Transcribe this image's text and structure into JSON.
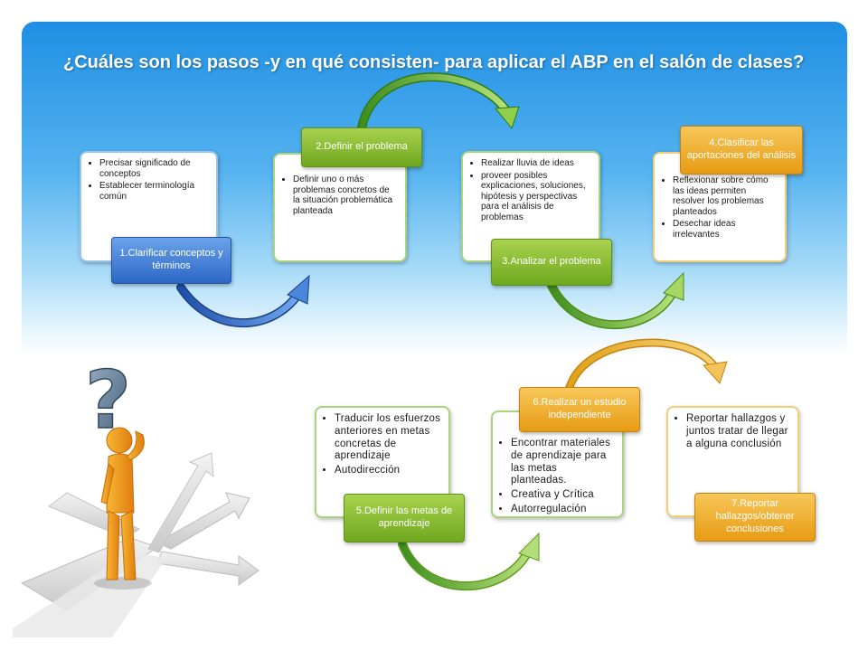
{
  "title": "¿Cuáles son los pasos -y en qué consisten- para aplicar el ABP en el salón de clases?",
  "steps": [
    {
      "label": "1.Clarificar conceptos y términos",
      "bullets": [
        "Precisar significado de conceptos",
        "Establecer terminología común"
      ]
    },
    {
      "label": "2.Definir el problema",
      "bullets": [
        "Definir uno o más problemas concretos de la situación problemática planteada"
      ]
    },
    {
      "label": "3.Analizar el problema",
      "bullets": [
        "Realizar lluvia de ideas",
        "proveer posibles explicaciones, soluciones, hipótesis y perspectivas para el análisis de problemas"
      ]
    },
    {
      "label": "4.Clasificar las aportaciones del análisis",
      "bullets": [
        "Reflexionar sobre cómo las ideas permiten resolver los problemas planteados",
        "Desechar ideas irrelevantes"
      ]
    },
    {
      "label": "5.Definir las metas de aprendizaje",
      "bullets": [
        "Traducir los esfuerzos anteriores en metas concretas de aprendizaje",
        "Autodirección"
      ]
    },
    {
      "label": "6.Realizar un estudio independiente",
      "bullets": [
        "Encontrar materiales de aprendizaje para las metas planteadas.",
        "Creativa y Crítica",
        "Autorregulación"
      ]
    },
    {
      "label": "7.Reportar hallazgos/obtener conclusiones",
      "bullets": [
        "Reportar hallazgos y juntos tratar de llegar a alguna conclusión"
      ]
    }
  ],
  "icons": {
    "question-mark": "question-mark-icon",
    "person": "person-icon",
    "crossroads": "crossroads-arrows-icon"
  },
  "colors": {
    "blue": "#2d67c6",
    "green": "#6fa81f",
    "gold": "#e79b14",
    "header": "#1e8fe3"
  }
}
